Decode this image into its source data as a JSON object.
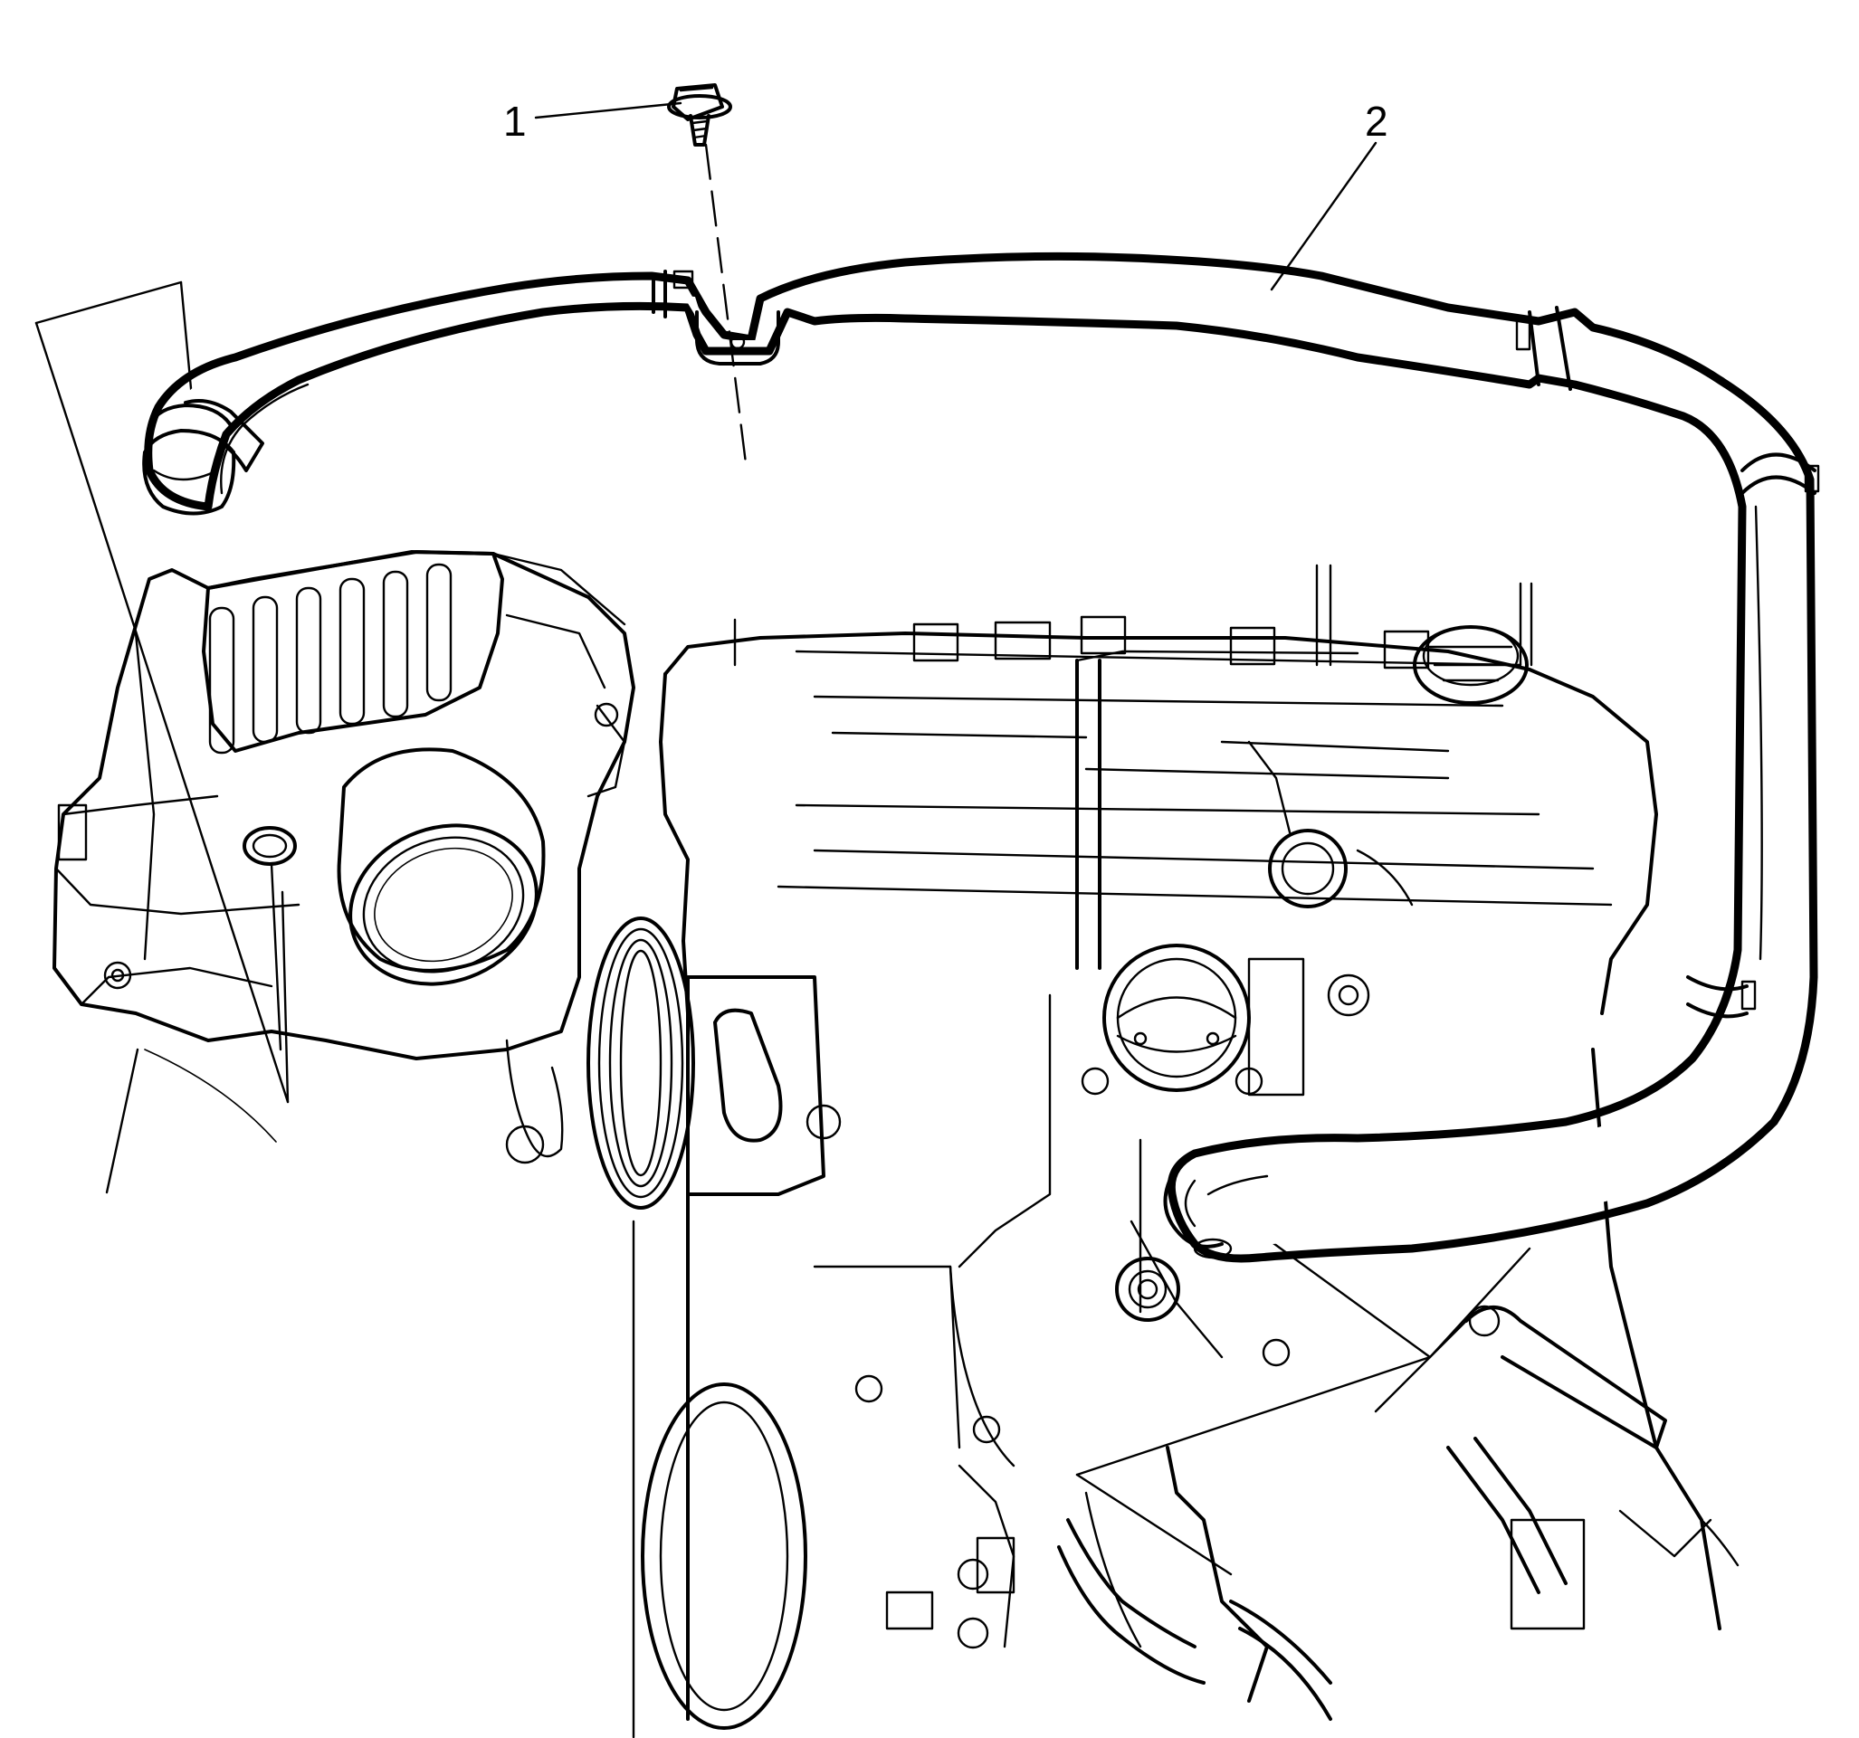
{
  "figure": {
    "background_color": "#ffffff",
    "line_color": "#000000"
  },
  "callouts": [
    {
      "id": "1",
      "label": "1",
      "part": "bolt"
    },
    {
      "id": "2",
      "label": "2",
      "part": "hose"
    }
  ]
}
